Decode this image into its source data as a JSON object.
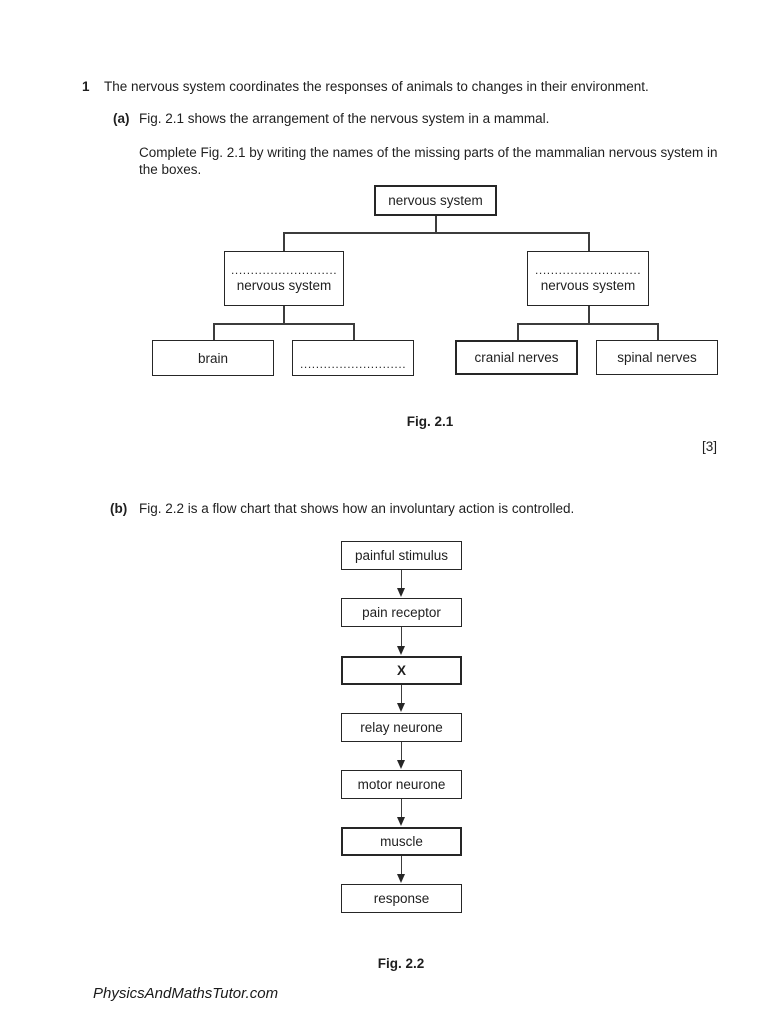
{
  "question": {
    "number": "1",
    "intro": "The nervous system coordinates the responses of animals to changes in their environment."
  },
  "part_a": {
    "label": "(a)",
    "line1": "Fig. 2.1 shows the arrangement of the nervous system in a mammal.",
    "line2": "Complete Fig. 2.1 by writing the names of the missing parts of the mammalian nervous system in the boxes.",
    "figure_caption": "Fig. 2.1",
    "marks": "[3]"
  },
  "part_b": {
    "label": "(b)",
    "line1": "Fig. 2.2 is a flow chart that shows how an involuntary action is controlled.",
    "figure_caption": "Fig. 2.2"
  },
  "tree": {
    "root": "nervous system",
    "branches": [
      {
        "answer_dots": "..............................",
        "label": "nervous system",
        "children": [
          {
            "label": "brain"
          },
          {
            "answer_dots": ".............................."
          }
        ]
      },
      {
        "answer_dots": "..............................",
        "label": "nervous system",
        "children": [
          {
            "label": "cranial nerves"
          },
          {
            "label": "spinal nerves"
          }
        ]
      }
    ]
  },
  "flowchart": {
    "steps": [
      "painful stimulus",
      "pain receptor",
      "X",
      "relay neurone",
      "motor neurone",
      "muscle",
      "response"
    ]
  },
  "footer": {
    "site": "PhysicsAndMathsTutor.com"
  }
}
